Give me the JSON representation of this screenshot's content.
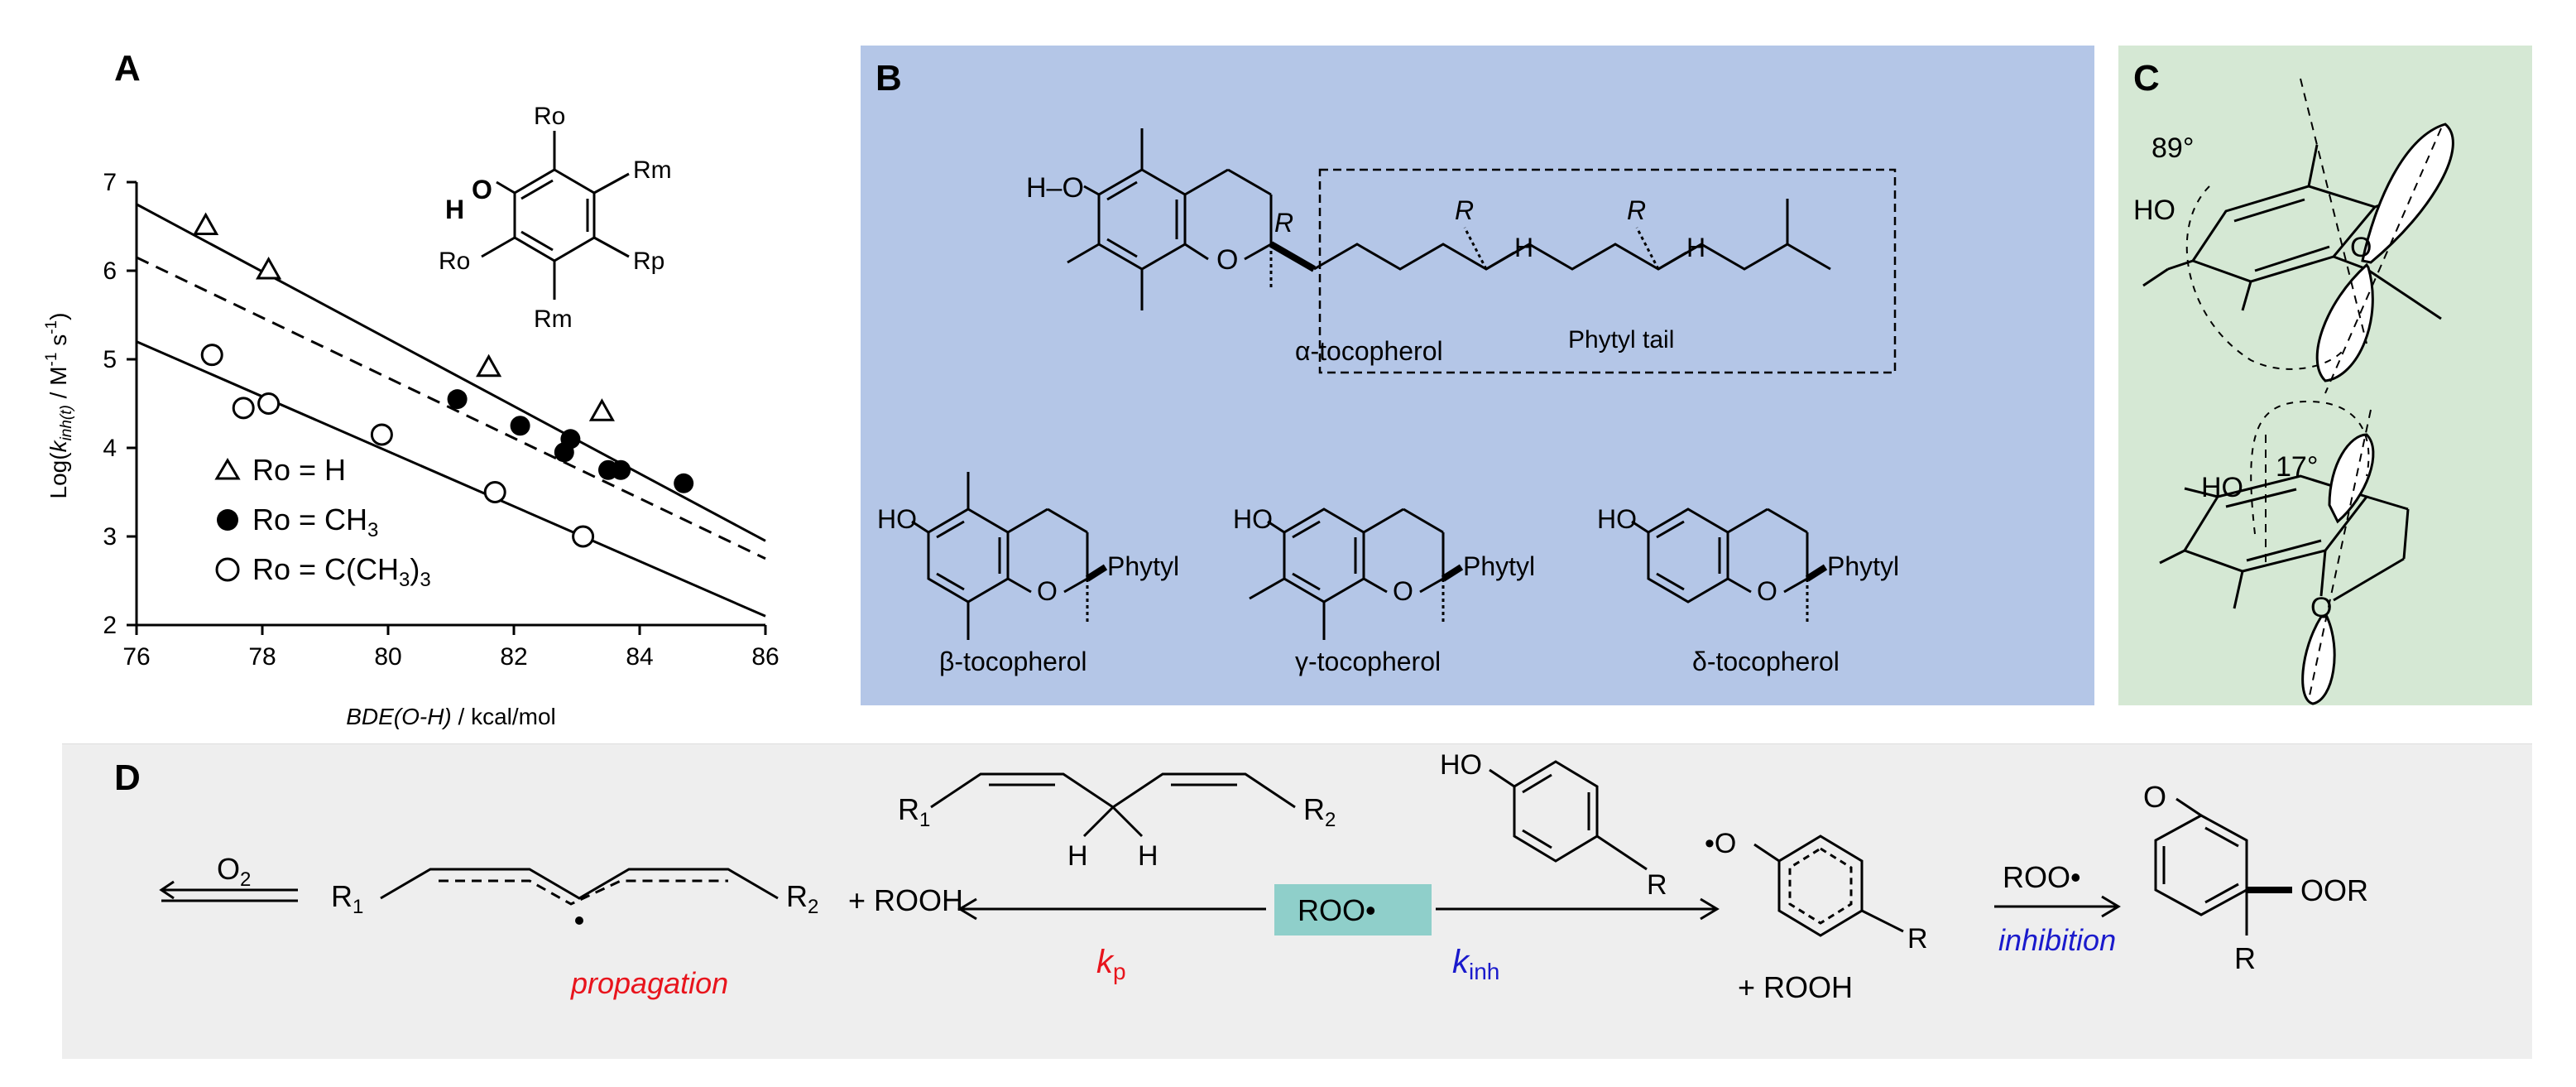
{
  "panels": {
    "A": {
      "label": "A",
      "substituents": {
        "h": "H",
        "o": "O",
        "ro_top": "Ro",
        "rm_right": "Rm",
        "ro_left": "Ro",
        "rp": "Rp",
        "rm_bottom": "Rm"
      },
      "legend": [
        {
          "marker": "triangle-open",
          "text": "Ro = H"
        },
        {
          "marker": "circle-filled",
          "text": "Ro = CH",
          "sub": "3"
        },
        {
          "marker": "circle-open",
          "text": "Ro = C(CH",
          "sub": "3",
          "tail": ")",
          "sub2": "3"
        }
      ]
    },
    "B": {
      "label": "B",
      "bg_color": "#b4c6e7",
      "alpha": {
        "name": "α-tocopherol",
        "ho": "H–O",
        "ring_o": "O",
        "r_center": "R",
        "r1": "R",
        "r2": "R",
        "h1": "H",
        "h2": "H",
        "tail_label": "Phytyl tail"
      },
      "beta": {
        "name": "β-tocopherol",
        "ho": "HO",
        "ring_o": "O",
        "phytyl": "Phytyl"
      },
      "gamma": {
        "name": "γ-tocopherol",
        "ho": "HO",
        "ring_o": "O",
        "phytyl": "Phytyl"
      },
      "delta": {
        "name": "δ-tocopherol",
        "ho": "HO",
        "ring_o": "O",
        "phytyl": "Phytyl"
      }
    },
    "C": {
      "label": "C",
      "bg_color": "#d5e8d4",
      "angle_top": "89°",
      "angle_bottom": "17°",
      "ho_top": "HO",
      "o_top": "O",
      "ho_bottom": "HO",
      "o_bottom": "O"
    },
    "D": {
      "label": "D",
      "bg_color": "#eeeeee",
      "o2": "O",
      "o2_sub": "2",
      "r1": "R",
      "r1_sub": "1",
      "r2": "R",
      "r2_sub": "2",
      "plus_rooh": "+  ROOH",
      "propagation": "propagation",
      "kp": "k",
      "kp_sub": "p",
      "radical_box": "ROO•",
      "radical_box_color": "#8fcfca",
      "kinh": "k",
      "kinh_sub": "inh",
      "diene_r1": "R",
      "diene_r1_sub": "1",
      "diene_r2": "R",
      "diene_r2_sub": "2",
      "diene_h1": "H",
      "diene_h2": "H",
      "phenol_ho": "HO",
      "phenol_r": "R",
      "phenoxyl_o": "•O",
      "phenoxyl_r": "R",
      "plus_rooh2": "+  ROOH",
      "roo_arrow": "ROO•",
      "inhibition": "inhibition",
      "product_o": "O",
      "product_oor": "OOR",
      "product_r": "R",
      "red": "#e8141c",
      "blue": "#1a1acc"
    }
  },
  "chart_data": {
    "type": "scatter",
    "title": "",
    "xlabel": "BDE(O-H) / kcal/mol",
    "ylabel": "Log(k_inh(t) / M^-1 s^-1)",
    "xlim": [
      76,
      86
    ],
    "ylim": [
      2,
      7
    ],
    "x_ticks": [
      "76",
      "78",
      "80",
      "82",
      "84",
      "86"
    ],
    "y_ticks": [
      "2",
      "3",
      "4",
      "5",
      "6",
      "7"
    ],
    "grid": false,
    "legend_position": "left-middle",
    "series": [
      {
        "name": "Ro = H",
        "marker": "triangle-open",
        "points": [
          [
            77.1,
            6.5
          ],
          [
            78.1,
            6.0
          ],
          [
            81.6,
            4.9
          ],
          [
            83.4,
            4.4
          ]
        ],
        "fit": {
          "style": "solid",
          "x": [
            76,
            86
          ],
          "y": [
            6.75,
            2.95
          ]
        }
      },
      {
        "name": "Ro = CH3",
        "marker": "circle-filled",
        "points": [
          [
            81.1,
            4.55
          ],
          [
            82.1,
            4.25
          ],
          [
            82.9,
            4.1
          ],
          [
            82.8,
            3.95
          ],
          [
            83.5,
            3.75
          ],
          [
            83.7,
            3.75
          ],
          [
            84.7,
            3.6
          ]
        ],
        "fit": {
          "style": "dashed",
          "x": [
            76,
            86
          ],
          "y": [
            6.15,
            2.75
          ]
        }
      },
      {
        "name": "Ro = C(CH3)3",
        "marker": "circle-open",
        "points": [
          [
            77.2,
            5.05
          ],
          [
            77.7,
            4.45
          ],
          [
            78.1,
            4.5
          ],
          [
            79.9,
            4.15
          ],
          [
            81.7,
            3.5
          ],
          [
            83.1,
            3.0
          ]
        ],
        "fit": {
          "style": "solid",
          "x": [
            76,
            86
          ],
          "y": [
            5.2,
            2.1
          ]
        }
      }
    ]
  }
}
